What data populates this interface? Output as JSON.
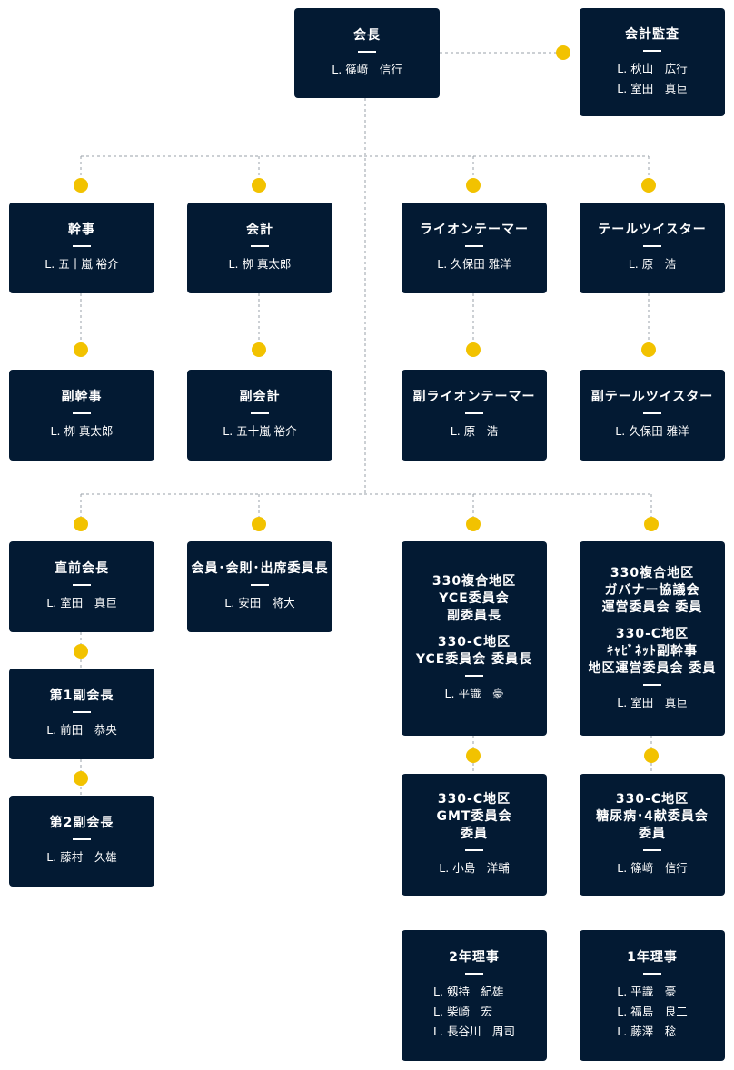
{
  "accent_color": "#f2c200",
  "box_color": "#031a33",
  "nodes": [
    {
      "id": "president",
      "title": [
        "会長"
      ],
      "names": [
        "L. 篠﨑　信行"
      ]
    },
    {
      "id": "auditor",
      "title": [
        "会計監査"
      ],
      "names": [
        "L. 秋山　広行",
        "L. 室田　真巨"
      ]
    },
    {
      "id": "secretary",
      "title": [
        "幹事"
      ],
      "names": [
        "L. 五十嵐 裕介"
      ]
    },
    {
      "id": "treasurer",
      "title": [
        "会計"
      ],
      "names": [
        "L. 栁 真太郎"
      ]
    },
    {
      "id": "lion-tamer",
      "title": [
        "ライオンテーマー"
      ],
      "names": [
        "L. 久保田 雅洋"
      ]
    },
    {
      "id": "tail-twister",
      "title": [
        "テールツイスター"
      ],
      "names": [
        "L. 原　浩"
      ]
    },
    {
      "id": "vice-secretary",
      "title": [
        "副幹事"
      ],
      "names": [
        "L. 栁 真太郎"
      ]
    },
    {
      "id": "vice-treasurer",
      "title": [
        "副会計"
      ],
      "names": [
        "L. 五十嵐 裕介"
      ]
    },
    {
      "id": "vice-lion-tamer",
      "title": [
        "副ライオンテーマー"
      ],
      "names": [
        "L. 原　浩"
      ]
    },
    {
      "id": "vice-tail-twister",
      "title": [
        "副テールツイスター"
      ],
      "names": [
        "L. 久保田 雅洋"
      ]
    },
    {
      "id": "past-president",
      "title": [
        "直前会長"
      ],
      "names": [
        "L. 室田　真巨"
      ]
    },
    {
      "id": "membership-chair",
      "title": [
        "会員･会則･出席委員長"
      ],
      "names": [
        "L. 安田　将大"
      ]
    },
    {
      "id": "district-yce",
      "title": [
        "330複合地区",
        "YCE委員会",
        "副委員長",
        "",
        "330-C地区",
        "YCE委員会 委員長"
      ],
      "names": [
        "L. 平識　豪"
      ]
    },
    {
      "id": "district-governor",
      "title": [
        "330複合地区",
        "ガバナー協議会",
        "運営委員会 委員",
        "",
        "330-C地区",
        "ｷｬﾋﾞﾈｯﾄ副幹事",
        "地区運営委員会 委員"
      ],
      "names": [
        "L. 室田　真巨"
      ]
    },
    {
      "id": "first-vp",
      "title": [
        "第1副会長"
      ],
      "names": [
        "L. 前田　恭央"
      ]
    },
    {
      "id": "second-vp",
      "title": [
        "第2副会長"
      ],
      "names": [
        "L. 藤村　久雄"
      ]
    },
    {
      "id": "district-gmt",
      "title": [
        "330-C地区",
        "GMT委員会",
        "委員"
      ],
      "names": [
        "L. 小島　洋輔"
      ]
    },
    {
      "id": "district-diabetes",
      "title": [
        "330-C地区",
        "糖尿病･4献委員会",
        "委員"
      ],
      "names": [
        "L. 篠﨑　信行"
      ]
    },
    {
      "id": "second-year-directors",
      "title": [
        "2年理事"
      ],
      "names": [
        "L. 剱持　紀雄",
        "L. 柴崎　宏",
        "L. 長谷川　周司"
      ]
    },
    {
      "id": "first-year-directors",
      "title": [
        "1年理事"
      ],
      "names": [
        "L. 平識　豪",
        "L. 福島　良二",
        "L. 藤澤　稔"
      ]
    }
  ]
}
